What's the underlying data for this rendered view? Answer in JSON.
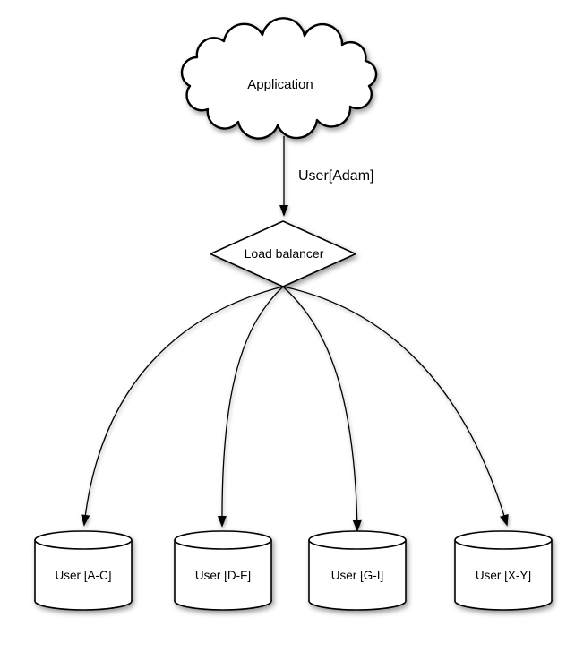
{
  "colors": {
    "line": "#000000",
    "node_fill": "#ffffff",
    "background": "#ffffff",
    "text": "#000000"
  },
  "diagram": {
    "nodes": {
      "application": {
        "label": "Application",
        "shape": "cloud"
      },
      "load_balancer": {
        "label": "Load balancer",
        "shape": "diamond"
      },
      "db_ac": {
        "label": "User [A-C]",
        "shape": "cylinder"
      },
      "db_df": {
        "label": "User [D-F]",
        "shape": "cylinder"
      },
      "db_gi": {
        "label": "User [G-I]",
        "shape": "cylinder"
      },
      "db_xy": {
        "label": "User [X-Y]",
        "shape": "cylinder"
      }
    },
    "edges": [
      {
        "from": "application",
        "to": "load_balancer",
        "label": "User[Adam]"
      },
      {
        "from": "load_balancer",
        "to": "db_ac"
      },
      {
        "from": "load_balancer",
        "to": "db_df"
      },
      {
        "from": "load_balancer",
        "to": "db_gi"
      },
      {
        "from": "load_balancer",
        "to": "db_xy"
      }
    ]
  }
}
